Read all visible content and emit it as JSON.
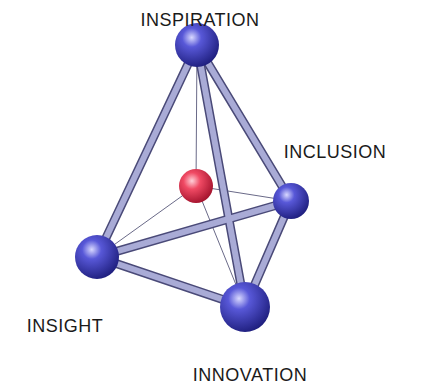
{
  "diagram": {
    "nodes": [
      {
        "text": [
          "INSPIRATION"
        ]
      },
      {
        "text": [
          "INCLUSION"
        ]
      },
      {
        "text": [
          "INSIGHT"
        ]
      },
      {
        "text": [
          "INNOVATION"
        ]
      }
    ],
    "edges": [
      {
        "from": 0,
        "to": 1,
        "arrow": "none"
      },
      {
        "from": 0,
        "to": 2,
        "arrow": "none"
      },
      {
        "from": 0,
        "to": 3,
        "arrow": "none"
      },
      {
        "from": 1,
        "to": 2,
        "arrow": "none"
      },
      {
        "from": 1,
        "to": 3,
        "arrow": "none"
      },
      {
        "from": 2,
        "to": 3,
        "arrow": "none"
      }
    ]
  }
}
